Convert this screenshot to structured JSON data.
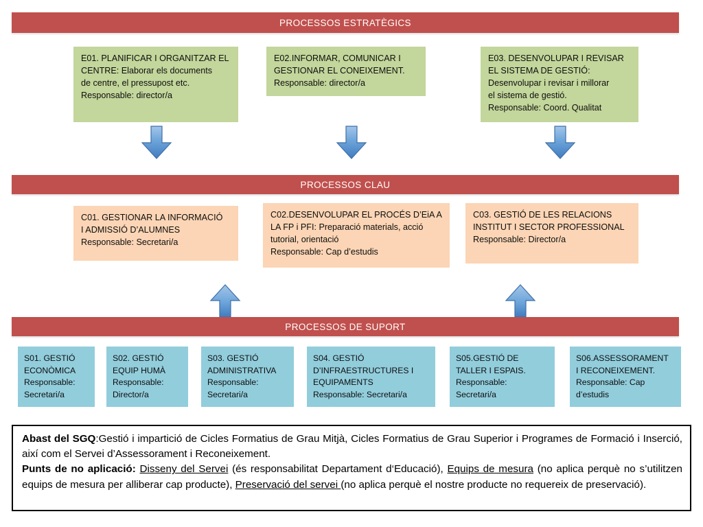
{
  "diagram": {
    "title": "Mapa de processos del SGQ",
    "colors": {
      "band": "#c0504d",
      "strategic_box": "#c3d69b",
      "key_box": "#fbd5b5",
      "support_box": "#92cddc",
      "arrow": "#5b9bd5",
      "arrow_outline": "#3f6fa8",
      "text": "#0e0e0e",
      "scope_border": "#000000"
    },
    "bands": {
      "strategic": "PROCESSOS ESTRATÈGICS",
      "key": "PROCESSOS CLAU",
      "support": "PROCESSOS DE SUPORT"
    },
    "strategic_processes": [
      {
        "id": "E01",
        "lines": [
          "E01. PLANIFICAR I ORGANITZAR EL",
          "CENTRE: Elaborar els documents",
          "de centre, el pressupost etc.",
          "Responsable: director/a"
        ]
      },
      {
        "id": "E02",
        "lines": [
          "E02.INFORMAR, COMUNICAR I",
          "GESTIONAR EL CONEIXEMENT.",
          "Responsable: director/a"
        ]
      },
      {
        "id": "E03",
        "lines": [
          "E03. DESENVOLUPAR I REVISAR",
          "EL SISTEMA DE GESTIÓ:",
          "Desenvolupar i revisar i millorar",
          "el sistema de gestió.",
          "Responsable: Coord. Qualitat"
        ]
      }
    ],
    "key_processes": [
      {
        "id": "C01",
        "lines": [
          "C01. GESTIONAR LA INFORMACIÓ",
          "I ADMISSIÓ D’ALUMNES",
          "Responsable: Secretari/a"
        ]
      },
      {
        "id": "C02",
        "lines": [
          "C02.DESENVOLUPAR EL PROCÉS D’EiA A",
          "LA FP i PFI: Preparació materials, acció",
          "tutorial, orientació",
          "Responsable: Cap d’estudis"
        ]
      },
      {
        "id": "C03",
        "lines": [
          "C03. GESTIÓ DE LES RELACIONS",
          "INSTITUT I SECTOR PROFESSIONAL",
          "Responsable: Director/a"
        ]
      }
    ],
    "support_processes": [
      {
        "id": "S01",
        "lines": [
          "S01. GESTIÓ",
          "ECONÒMICA",
          "Responsable:",
          "Secretari/a"
        ]
      },
      {
        "id": "S02",
        "lines": [
          "S02. GESTIÓ",
          "EQUIP HUMÀ",
          "Responsable:",
          "Director/a"
        ]
      },
      {
        "id": "S03",
        "lines": [
          "S03. GESTIÓ",
          "ADMINISTRATIVA",
          "Responsable:",
          "Secretari/a"
        ]
      },
      {
        "id": "S04",
        "lines": [
          "S04. GESTIÓ",
          "D’INFRAESTRUCTURES I",
          "EQUIPAMENTS",
          "Responsable: Secretari/a"
        ]
      },
      {
        "id": "S05",
        "lines": [
          "S05.GESTIÓ DE",
          "TALLER I ESPAIS.",
          "Responsable:",
          "Secretari/a"
        ]
      },
      {
        "id": "S06",
        "lines": [
          "S06.ASSESSORAMENT",
          "I RECONEIXEMENT.",
          "Responsable: Cap",
          "d’estudis"
        ]
      }
    ],
    "arrows": [
      {
        "name": "arrow-down-e01",
        "direction": "down"
      },
      {
        "name": "arrow-down-e02",
        "direction": "down"
      },
      {
        "name": "arrow-down-e03",
        "direction": "down"
      },
      {
        "name": "arrow-up-c01",
        "direction": "up"
      },
      {
        "name": "arrow-up-c03",
        "direction": "up"
      }
    ],
    "scope": {
      "abast_label": "Abast del SGQ",
      "abast_text": ":Gestió i impartició de Cicles Formatius de Grau Mitjà, Cicles Formatius de Grau Superior i Programes de Formació i Inserció, així com el Servei d’Assessorament i Reconeixement.",
      "punts_label": "Punts de no aplicació:",
      "exclusion_1": "Disseny del Servei",
      "exclusion_1_note": " (és responsabilitat Departament d‘Educació), ",
      "exclusion_2": "Equips de mesura",
      "exclusion_2_note": " (no aplica perquè no s’utilitzen equips de mesura per alliberar cap producte), ",
      "exclusion_3": "Preservació del servei ",
      "exclusion_3_note": "(no aplica perquè el nostre producte no requereix de preservació)."
    }
  }
}
